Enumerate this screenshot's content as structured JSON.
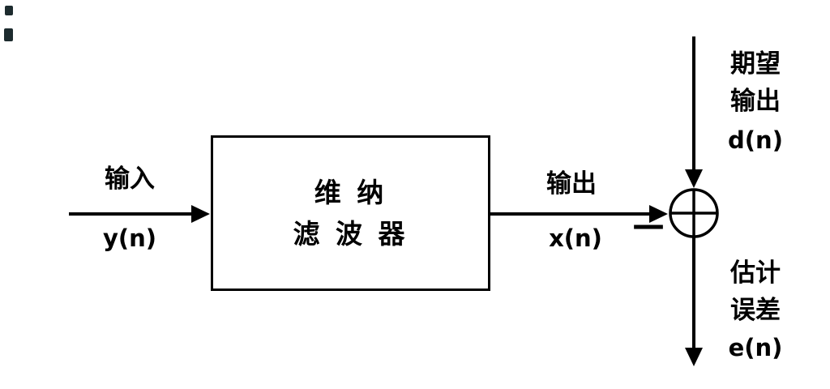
{
  "diagram": {
    "input": {
      "label": "输入",
      "signal": "y(n)"
    },
    "filter": {
      "name_line1": "维 纳",
      "name_line2": "滤 波 器"
    },
    "output": {
      "label": "输出",
      "signal": "x(n)"
    },
    "junction": {
      "minus": "—",
      "plus_symbol": "+"
    },
    "desired": {
      "label_line1": "期望",
      "label_line2": "输出",
      "signal": "d(n)"
    },
    "error": {
      "label_line1": "估计",
      "label_line2": "误差",
      "signal": "e(n)"
    },
    "colors": {
      "line": "#000000",
      "background": "#ffffff"
    }
  }
}
